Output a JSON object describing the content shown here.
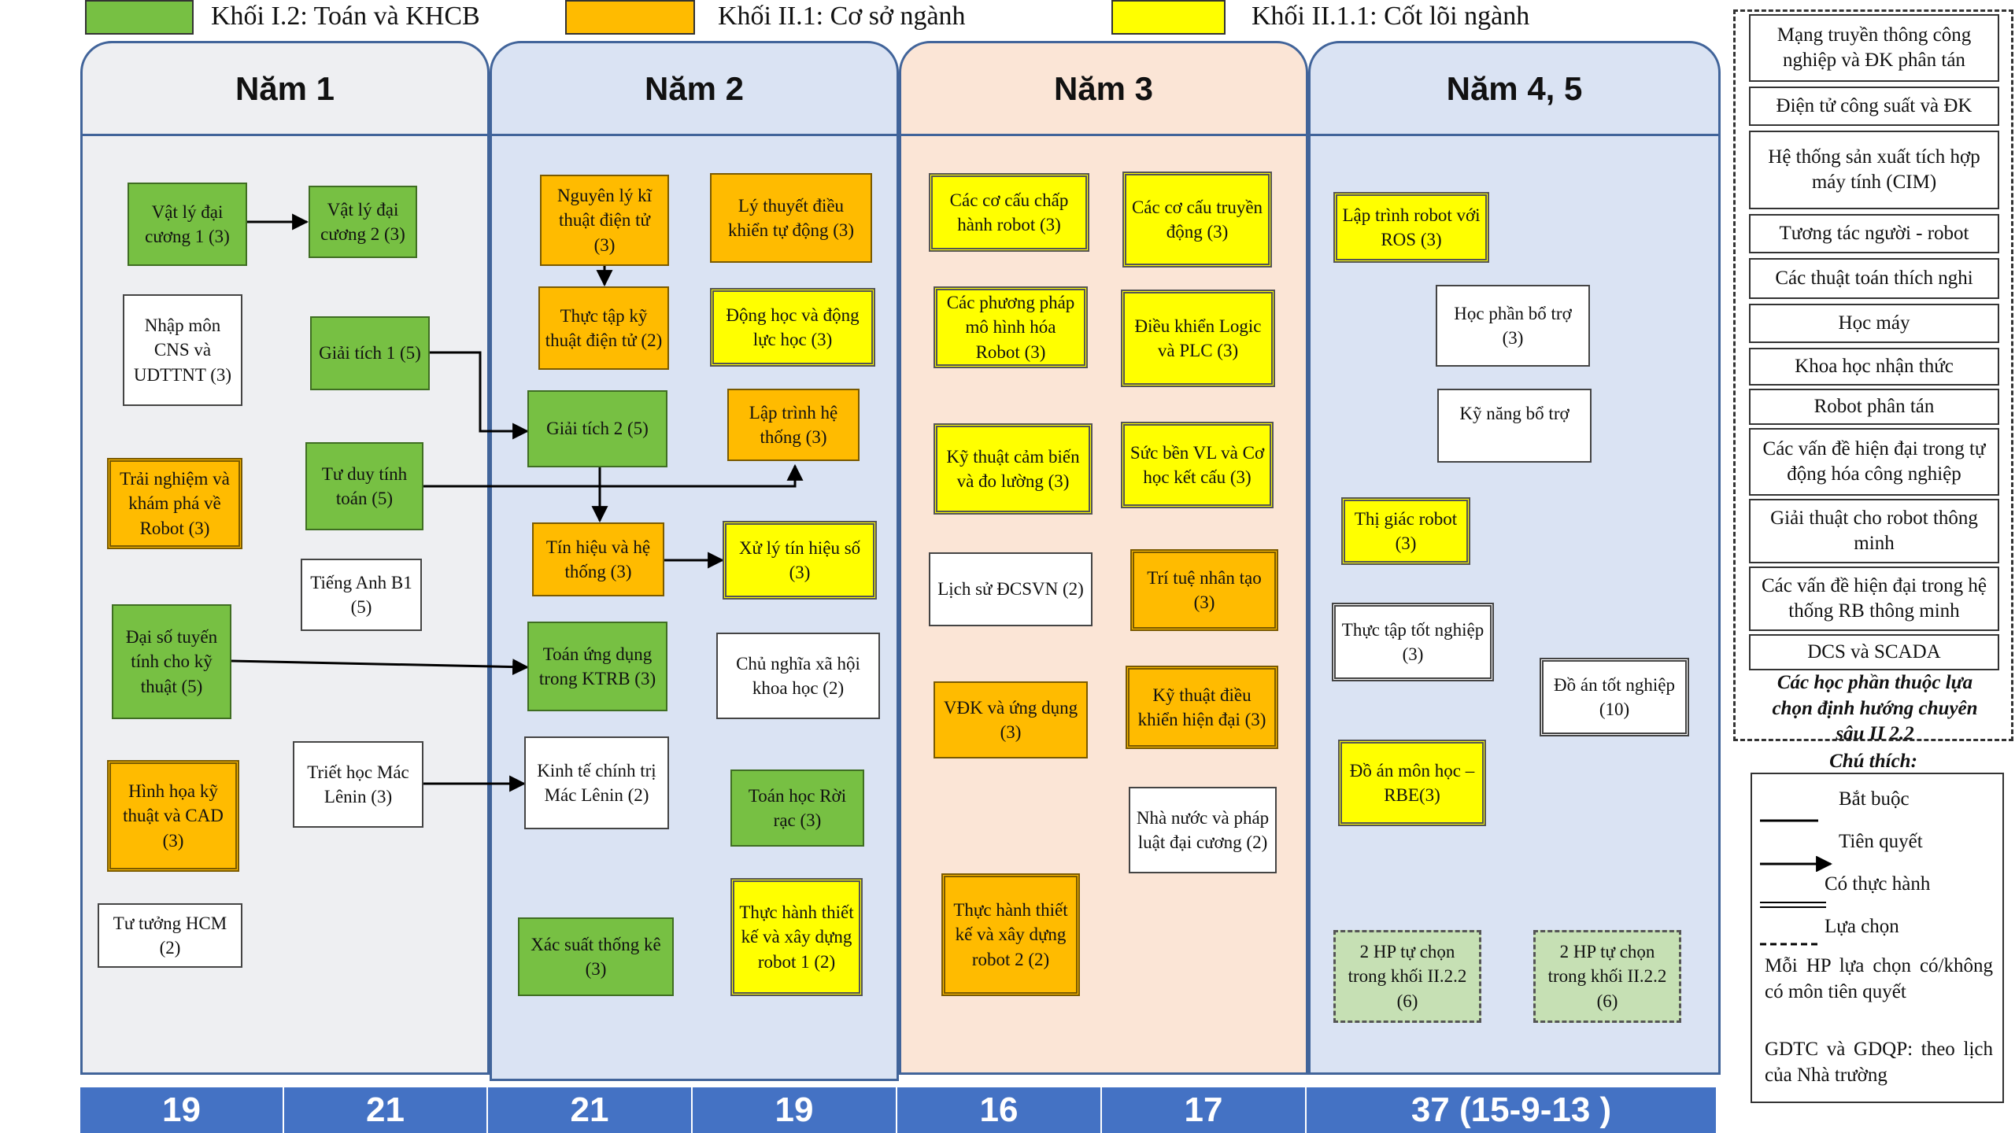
{
  "legend": {
    "block_i2": "Khối I.2: Toán và KHCB",
    "block_ii1": "Khối II.1: Cơ sở ngành",
    "block_ii11": "Khối II.1.1: Cốt lõi ngành",
    "colors": {
      "green": "#77c043",
      "orange": "#ffbb00",
      "yellow": "#ffff00"
    }
  },
  "columns": {
    "y1": "Năm 1",
    "y2": "Năm 2",
    "y3": "Năm 3",
    "y45": "Năm 4, 5"
  },
  "courses": {
    "vl1": "Vật lý đại cương 1 (3)",
    "vl2": "Vật lý đại cương 2 (3)",
    "nhapmon": "Nhập môn CNS và UDTTNT (3)",
    "gt1": "Giải tích 1 (5)",
    "trainghiem": "Trải nghiệm và khám phá về Robot (3)",
    "tuduy": "Tư duy tính toán (5)",
    "tienganh": "Tiếng Anh B1 (5)",
    "daiso": "Đại số tuyến tính cho kỹ thuật (5)",
    "hinhhoa": "Hình họa kỹ thuật và CAD (3)",
    "triethoc": "Triết học Mác Lênin (3)",
    "tutuong": "Tư tưởng HCM (2)",
    "nguyenly": "Nguyên lý kĩ thuật điện tử (3)",
    "lythuyet": "Lý thuyết điều khiển tự động (3)",
    "thuctapkt": "Thực tập kỹ thuật điện tử (2)",
    "donghoc": "Động học và động lực học (3)",
    "gt2": "Giải tích 2 (5)",
    "laptrinhht": "Lập trình hệ thống (3)",
    "tinhieu": "Tín hiệu và hệ thống (3)",
    "xulytinhieu": "Xử lý tín hiệu số (3)",
    "toanung": "Toán ứng dụng trong KTRB (3)",
    "cnxh": "Chủ nghĩa xã hội khoa học (2)",
    "kinhte": "Kinh tế chính trị Mác Lênin (2)",
    "toanroirac": "Toán học Rời rạc (3)",
    "xacsuat": "Xác suất thống kê (3)",
    "thuchanh1": "Thực hành thiết kế và xây dựng robot 1 (2)",
    "cocauchaphanh": "Các cơ cấu chấp hành robot (3)",
    "cocautruyen": "Các cơ cấu truyền động (3)",
    "phuongphap": "Các phương pháp mô hình hóa Robot (3)",
    "dieukhienlogic": "Điều khiển Logic và PLC (3)",
    "cambien": "Kỹ thuật cảm biến và đo lường (3)",
    "sucben": "Sức bền VL và Cơ học kết cấu (3)",
    "lichsu": "Lịch sử ĐCSVN (2)",
    "trituenhantao": "Trí tuệ nhân tạo (3)",
    "vdk": "VĐK và ứng dụng (3)",
    "ktdieukhien": "Kỹ thuật điều khiển hiện đại (3)",
    "nhanuoc": "Nhà nước và pháp luật đại cương (2)",
    "thuchanh2": "Thực hành thiết kế và xây dựng robot 2 (2)",
    "ros": "Lập trình robot với ROS (3)",
    "hocphanbotro": "Học phần bổ trợ (3)",
    "kynang": "Kỹ năng bổ trợ",
    "thigiac": "Thị giác robot (3)",
    "thuctaptn": "Thực tập tốt nghiệp (3)",
    "doantn": "Đồ án tốt nghiệp (10)",
    "doanmonhoc": "Đồ án môn học – RBE(3)",
    "tuchon1": "2 HP tự chọn trong khối II.2.2 (6)",
    "tuchon2": "2 HP tự chọn trong khối II.2.2 (6)"
  },
  "credits": [
    "19",
    "21",
    "21",
    "19",
    "16",
    "17",
    "37 (15-9-13 )"
  ],
  "electives": {
    "items": [
      "Mạng truyền thông công nghiệp và ĐK phân tán",
      "Điện tử công suất và ĐK",
      "Hệ thống sản xuất tích hợp máy tính (CIM)",
      "Tương tác người - robot",
      "Các thuật toán thích nghi",
      "Học máy",
      "Khoa học nhận thức",
      "Robot phân tán",
      "Các vấn đề hiện đại trong tự động hóa công nghiệp",
      "Giải thuật cho robot thông minh",
      "Các vấn đề hiện đại trong hệ thống RB thông minh",
      "DCS và SCADA"
    ],
    "caption": "Các học phần thuộc lựa chọn định hướng chuyên sâu II 2.2"
  },
  "notes": {
    "title": "Chú thích:",
    "mandatory": "Bắt buộc",
    "prerequisite": "Tiên quyết",
    "practice": "Có thực hành",
    "choice": "Lựa chọn",
    "each": "Mỗi HP lựa chọn có/không có môn tiên quyết",
    "gdtc": "GDTC và GDQP: theo lịch của Nhà trường"
  }
}
